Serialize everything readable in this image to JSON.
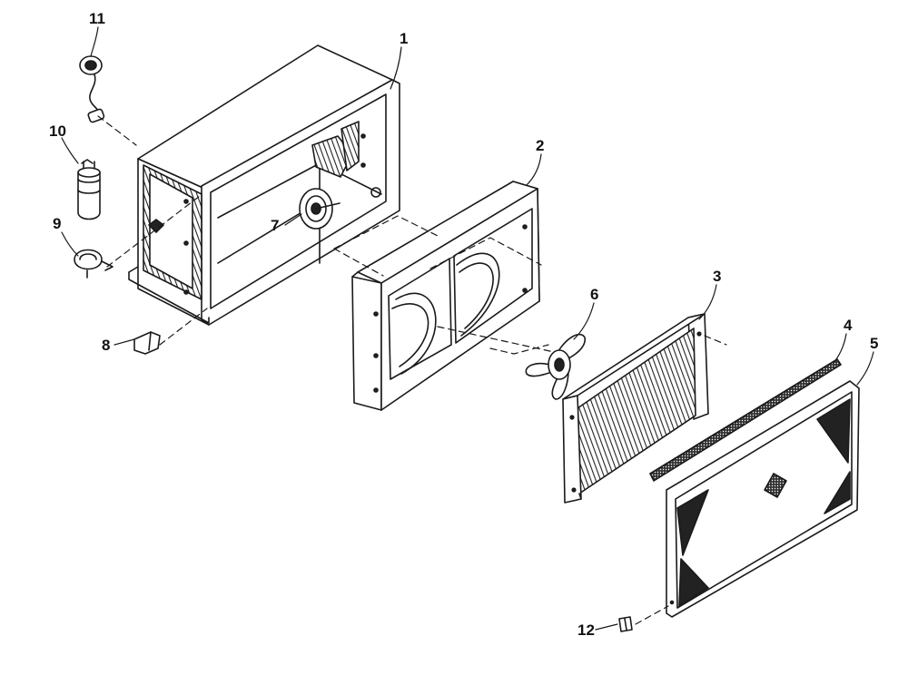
{
  "callouts": {
    "p1": "1",
    "p2": "2",
    "p3": "3",
    "p4": "4",
    "p5": "5",
    "p6": "6",
    "p7": "7",
    "p8": "8",
    "p9": "9",
    "p10": "10",
    "p11": "11",
    "p12": "12"
  },
  "colors": {
    "line": "#1a1a1a",
    "ink_fill": "#222222",
    "paper": "#ffffff"
  }
}
